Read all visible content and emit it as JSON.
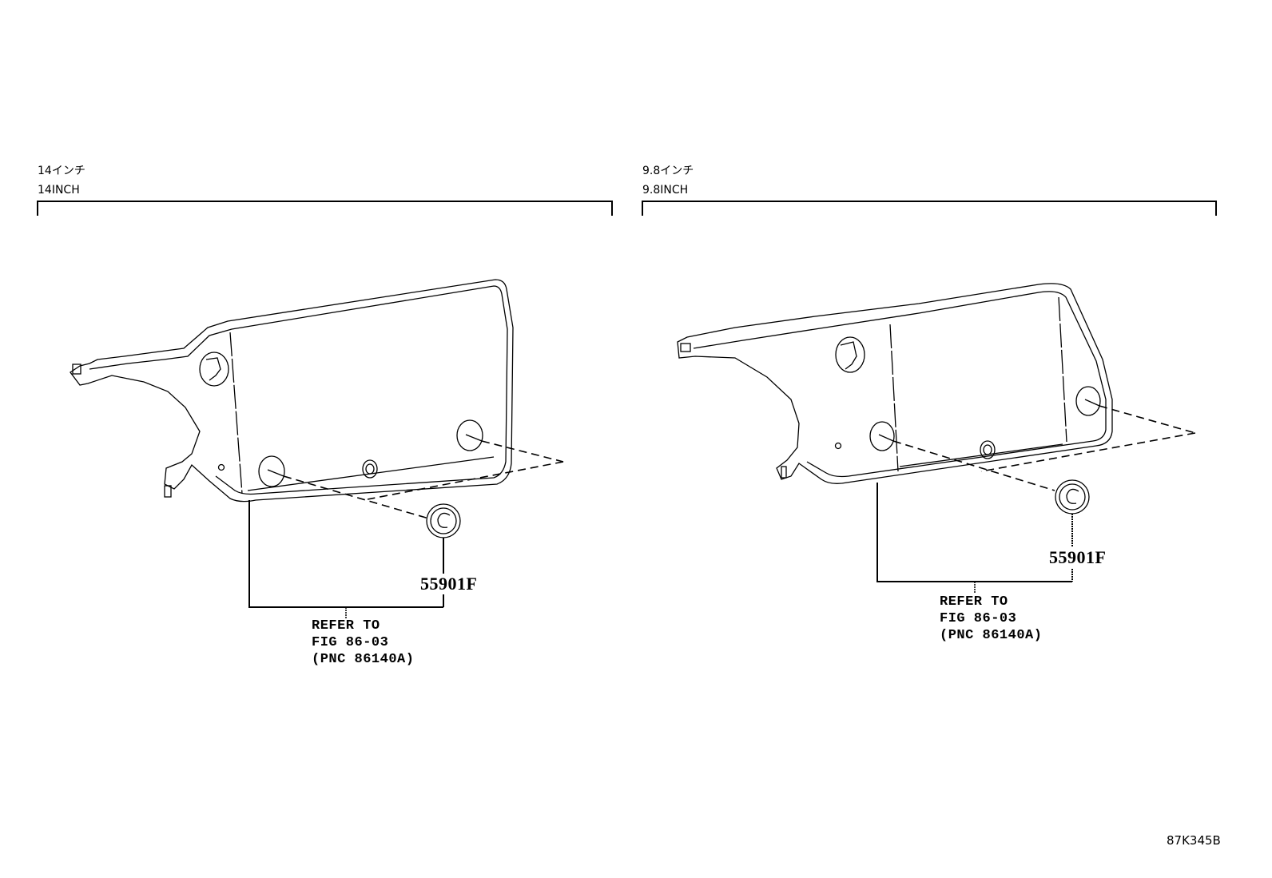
{
  "diagram": {
    "figure_code": "87K345B",
    "panels": [
      {
        "id": "left",
        "title_jp": "14インチ",
        "title_en": "14INCH",
        "part_number": "55901F",
        "refer_lines": [
          "REFER TO",
          "FIG 86-03",
          "(PNC 86140A)"
        ]
      },
      {
        "id": "right",
        "title_jp": "9.8インチ",
        "title_en": "9.8INCH",
        "part_number": "55901F",
        "refer_lines": [
          "REFER TO",
          "FIG 86-03",
          "(PNC 86140A)"
        ]
      }
    ]
  }
}
